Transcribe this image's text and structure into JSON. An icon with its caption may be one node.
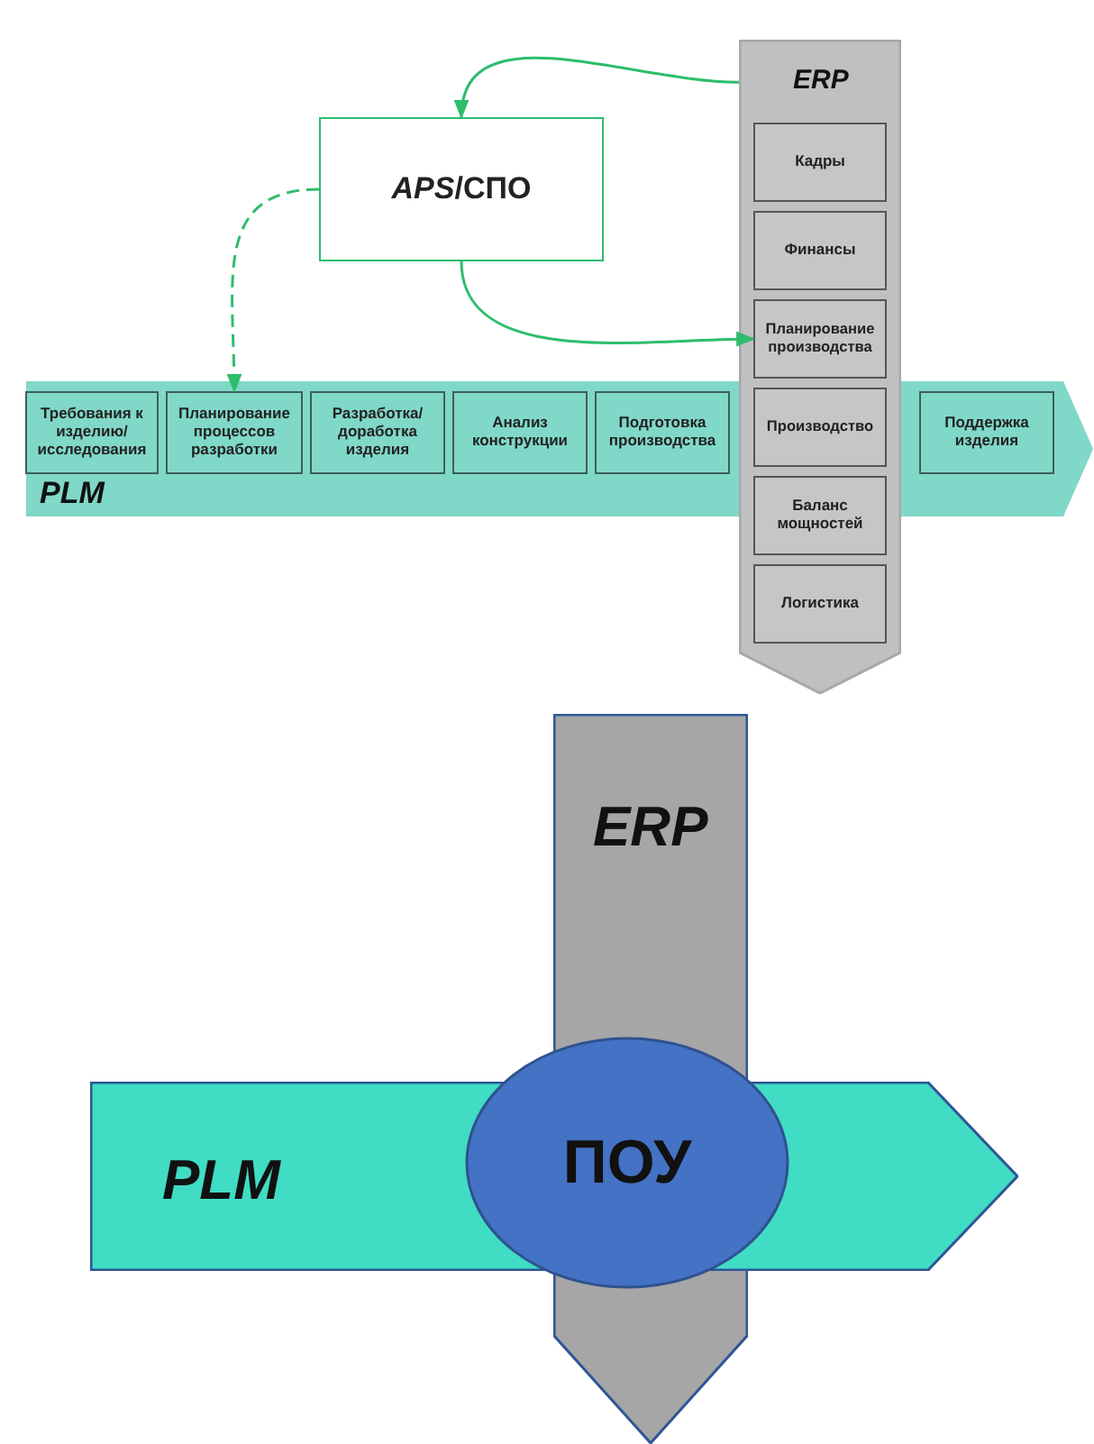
{
  "diagram": {
    "nodes": [
      {
        "text": [
          "PLM"
        ]
      },
      {
        "text": [
          "Требования к изделию/ исследования"
        ],
        "in": 0
      },
      {
        "text": [
          "Планирование процессов разработки"
        ],
        "in": 0
      },
      {
        "text": [
          "Разработка/ доработка изделия"
        ],
        "in": 0
      },
      {
        "text": [
          "Анализ конструкции"
        ],
        "in": 0
      },
      {
        "text": [
          "Подготовка производства"
        ],
        "in": 0
      },
      {
        "text": [
          "Поддержка изделия"
        ],
        "in": 0
      },
      {
        "text": [
          "ERP"
        ]
      },
      {
        "text": [
          "Кадры"
        ],
        "in": 7
      },
      {
        "text": [
          "Финансы"
        ],
        "in": 7
      },
      {
        "text": [
          "Планирование производства"
        ],
        "in": 7
      },
      {
        "text": [
          "Производство"
        ]
      },
      {
        "text": [
          "Баланс мощностей"
        ],
        "in": 7
      },
      {
        "text": [
          "Логистика"
        ],
        "in": 7
      },
      {
        "text": [
          "*APS*/СПО"
        ]
      },
      {
        "text": [
          "ERP"
        ]
      },
      {
        "text": [
          "PLM"
        ]
      },
      {
        "text": [
          "ПОУ"
        ]
      }
    ],
    "edges": [
      {
        "from": 7,
        "to": 14,
        "arrow": "to"
      },
      {
        "from": 14,
        "to": 2,
        "arrow": "to",
        "style": "dashed"
      },
      {
        "from": 14,
        "to": 10,
        "arrow": "to"
      }
    ]
  }
}
